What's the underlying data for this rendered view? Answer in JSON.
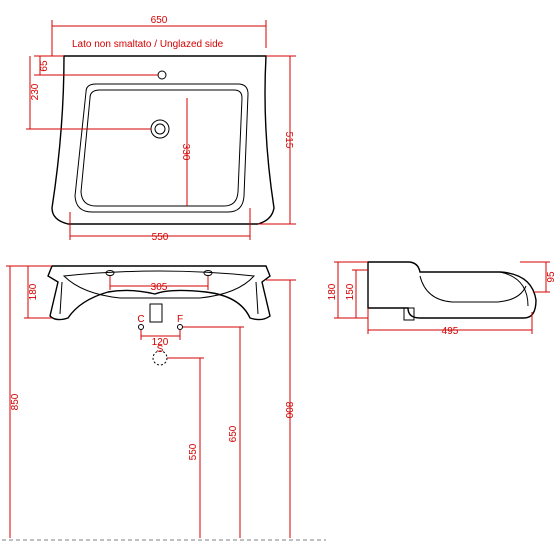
{
  "colors": {
    "dimension": "#d40000",
    "outline": "#000000",
    "background": "#ffffff"
  },
  "top_view": {
    "note": "Lato non smaltato / Unglazed side",
    "width_overall": "650",
    "depth_overall": "515",
    "back_to_taphole": "65",
    "back_to_drain": "230",
    "bowl_depth": "330",
    "bowl_width": "550"
  },
  "front_view": {
    "height_180": "180",
    "tap_spacing": "305",
    "pipe_spacing": "120",
    "floor_to_top": "850",
    "floor_to_rim": "800",
    "floor_to_pipes": "650",
    "floor_to_drain": "550",
    "pipe_label_cold": "C",
    "pipe_label_hot": "F",
    "drain_label": "S"
  },
  "side_view": {
    "height_180": "180",
    "height_150": "150",
    "height_95": "95",
    "projection": "495"
  }
}
